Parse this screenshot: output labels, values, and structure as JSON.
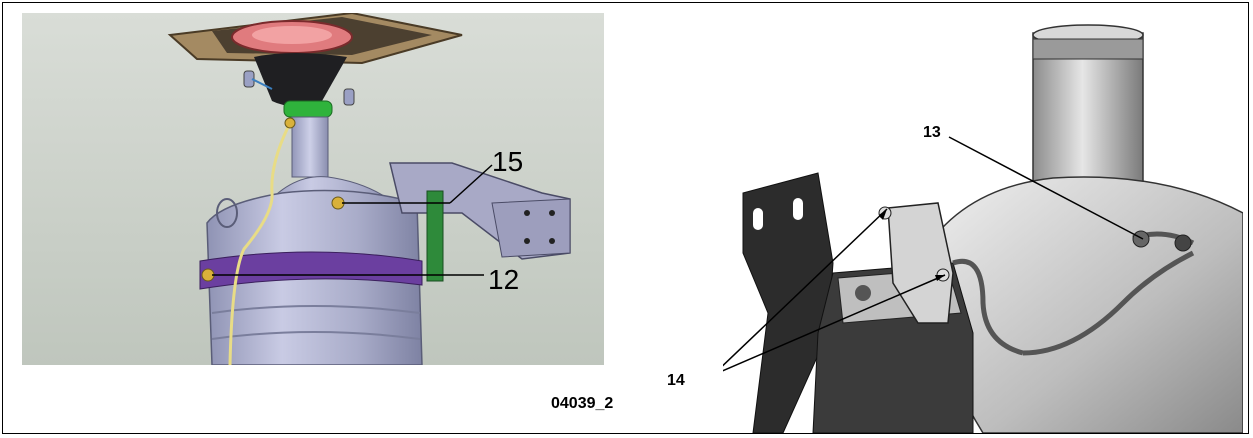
{
  "left_panel": {
    "callouts": [
      {
        "id": "15",
        "label": "15"
      },
      {
        "id": "12",
        "label": "12"
      }
    ]
  },
  "right_panel": {
    "callouts": [
      {
        "id": "13",
        "label": "13"
      },
      {
        "id": "14",
        "label": "14"
      }
    ]
  },
  "caption": "04039_2"
}
